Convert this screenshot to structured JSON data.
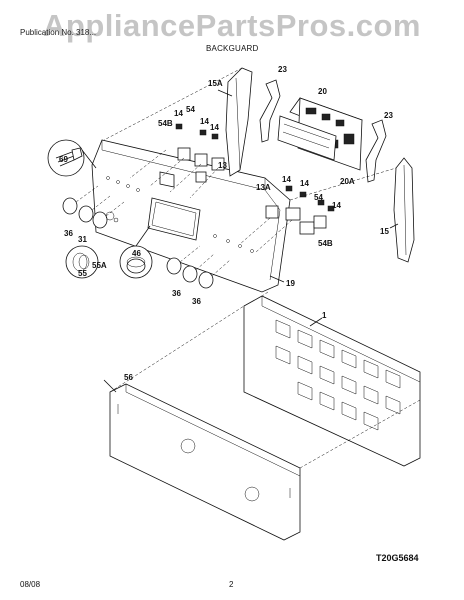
{
  "watermark": "AppliancePartsPros.com",
  "header": {
    "left_text": "Publication No. 318...",
    "section_title": "BACKGUARD"
  },
  "diagram": {
    "code": "T20G5684",
    "callouts": {
      "c15A": "15A",
      "c23a": "23",
      "c20": "20",
      "c23b": "23",
      "c14a": "14",
      "c54a": "54",
      "c54Ba": "54B",
      "c14b": "14",
      "c14c": "14",
      "c13": "13",
      "c69": "69",
      "c20A": "20A",
      "c13A": "13A",
      "c14d": "14",
      "c14e": "14",
      "c54b": "54",
      "c14f": "14",
      "c15": "15",
      "c54Bb": "54B",
      "c36a": "36",
      "c31": "31",
      "c46": "46",
      "c55A": "55A",
      "c55": "55",
      "c19": "19",
      "c36b": "36",
      "c36c": "36",
      "c1": "1",
      "c56": "56"
    }
  },
  "footer": {
    "date": "08/08",
    "page": "2"
  }
}
